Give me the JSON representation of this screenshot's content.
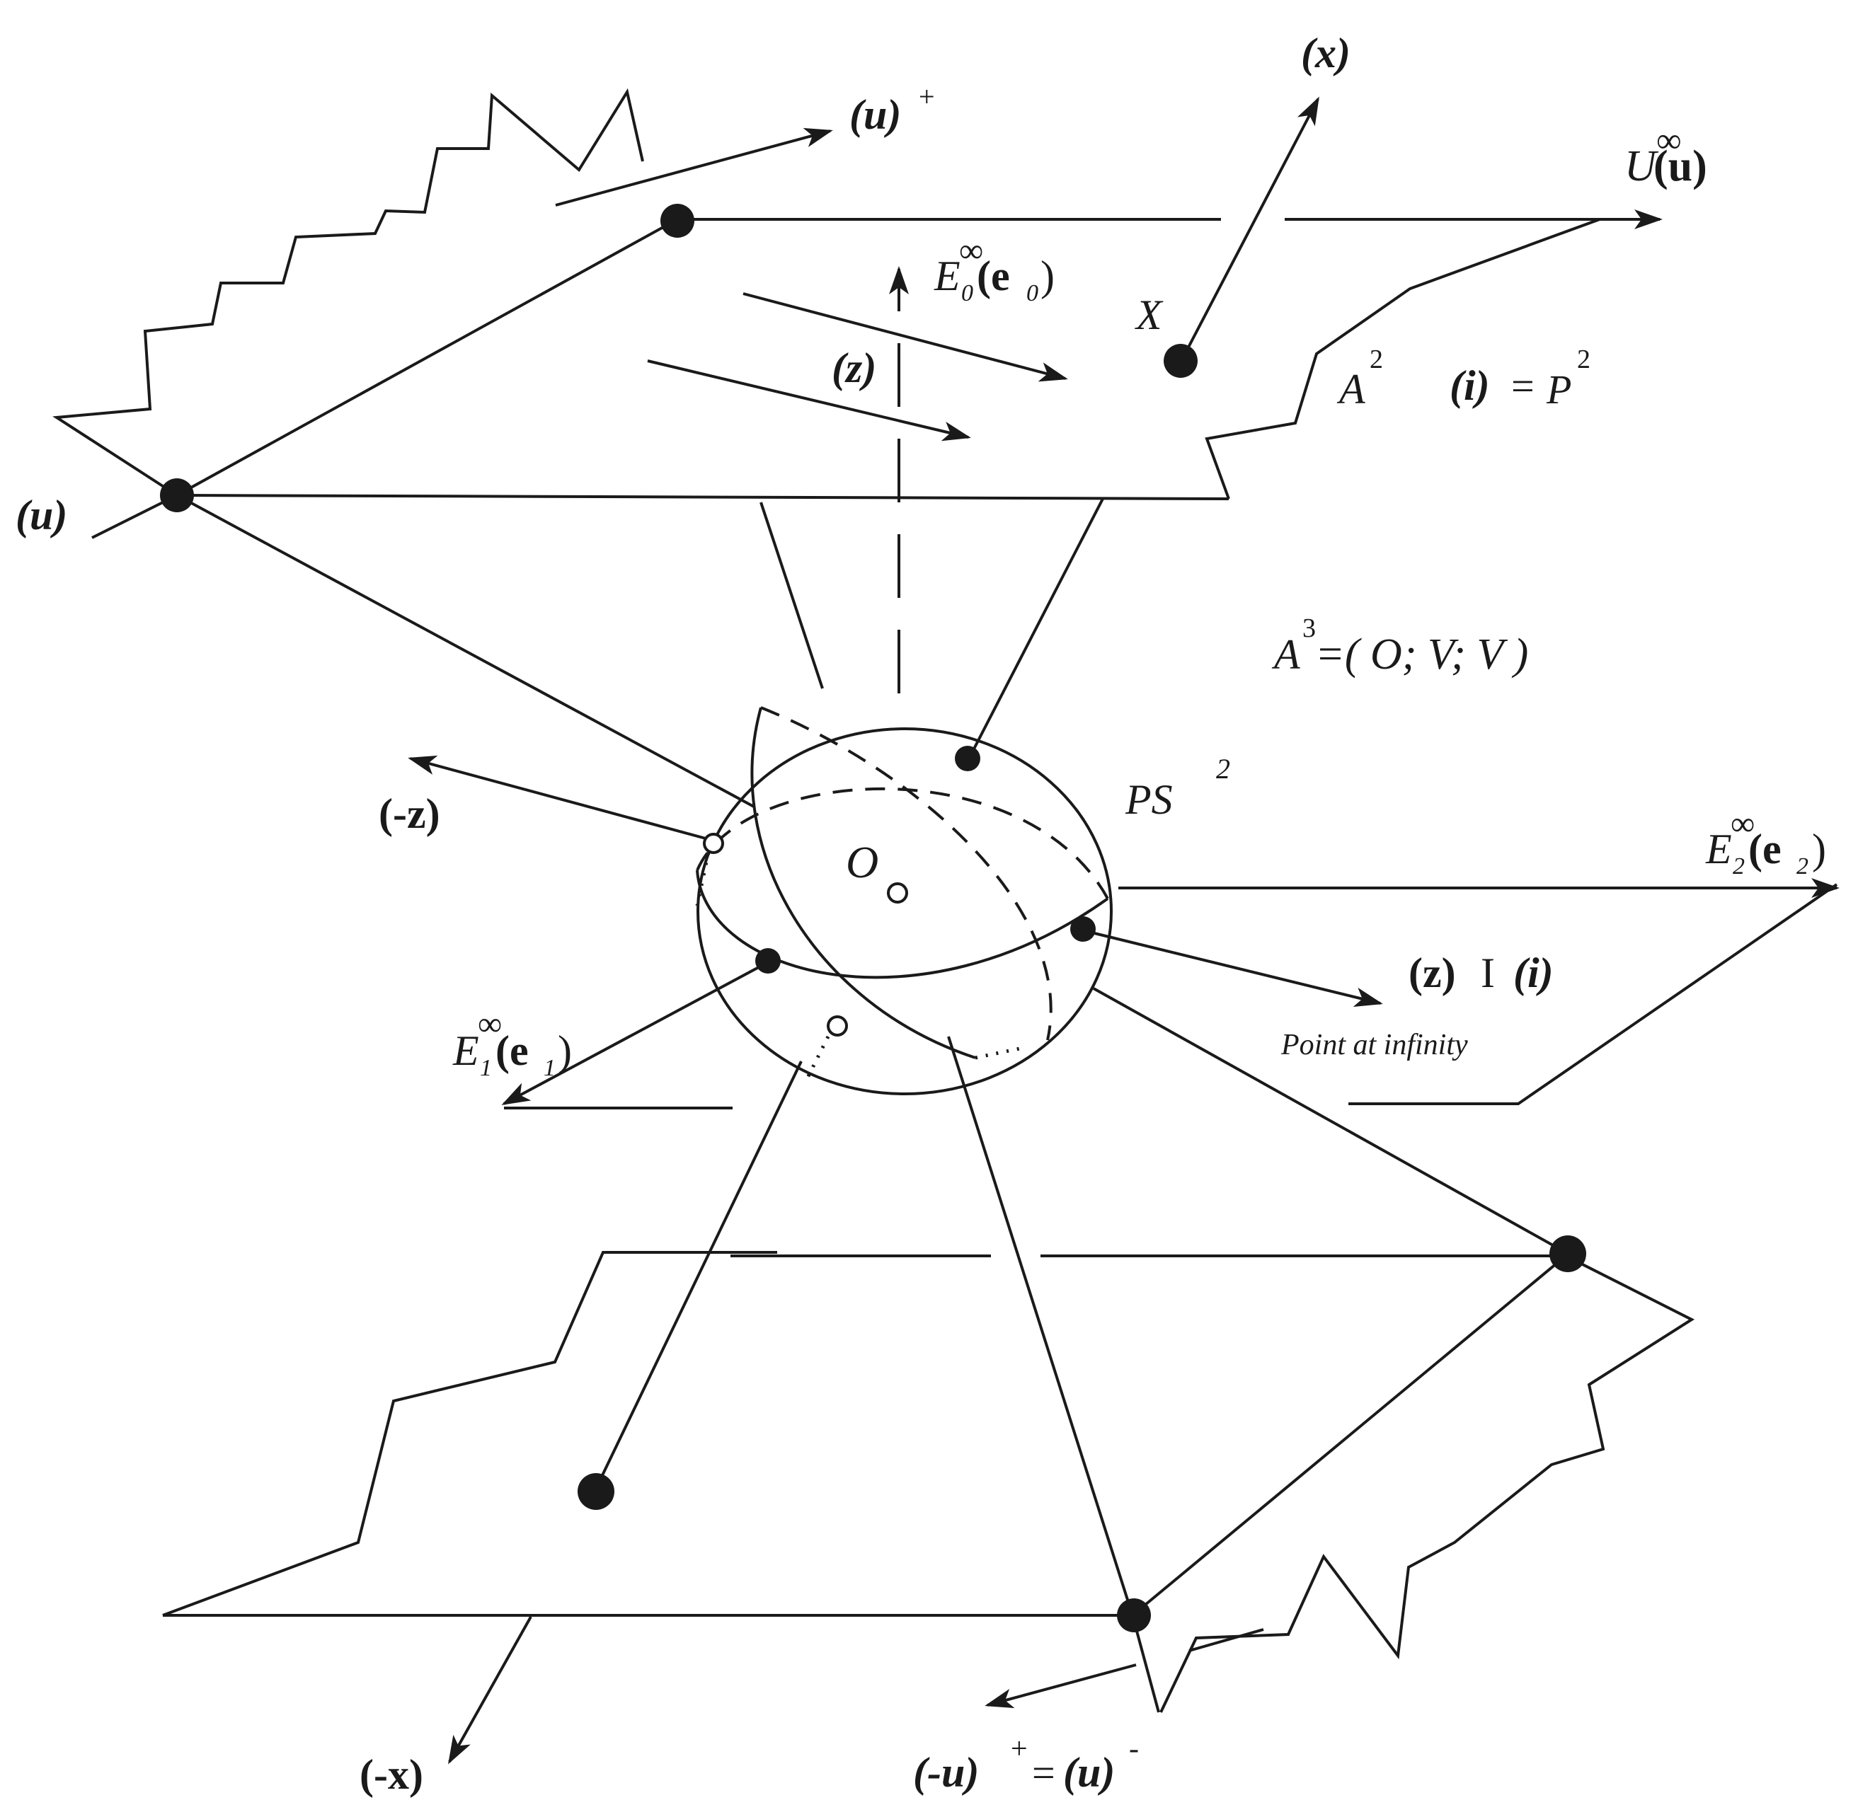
{
  "labels": {
    "u_plus_base": "(u)",
    "u_plus_sup": "+",
    "x_dir": "(x)",
    "U_letter": "U",
    "U_sup": "∞",
    "U_arg": "(u)",
    "E0_letter": "E",
    "E0_sub": "0",
    "E0_sup": "∞",
    "E0_arg": "(e",
    "E0_arg_sub": "0",
    "E0_arg_close": ")",
    "X_point": "X",
    "z_dir": "(z)",
    "A2_letter": "A",
    "A2_sup": "2",
    "i_base": "(i)",
    "i_eq": "=",
    "P2_letter": "P",
    "P2_sup": "2",
    "u_point": "(u)",
    "A3_letter": "A",
    "A3_sup": "3",
    "A3_rest": "=( O; V; V )",
    "neg_z": "(-z)",
    "PS2_letter": "PS",
    "PS2_sup": "2",
    "O_center": "O",
    "E2_letter": "E",
    "E2_sub": "2",
    "E2_sup": "∞",
    "E2_arg": "(e",
    "E2_arg_sub": "2",
    "E2_arg_close": ")",
    "zi_z": "(z)",
    "zi_mid": "I",
    "zi_i": "(i)",
    "point_at_infinity": "Point at infinity",
    "E1_letter": "E",
    "E1_sub": "1",
    "E1_sup": "∞",
    "E1_arg": "(e",
    "E1_arg_sub": "1",
    "E1_arg_close": ")",
    "neg_x": "(-x)",
    "bottom_left": "(-u)",
    "bottom_left_sup": "+",
    "bottom_eq": "=",
    "bottom_right": "(u)",
    "bottom_right_sup": "-"
  }
}
